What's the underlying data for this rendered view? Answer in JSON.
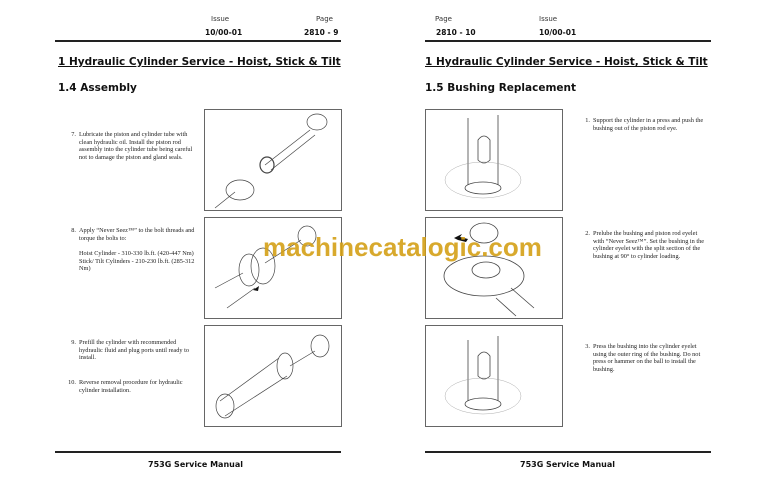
{
  "left_page": {
    "header": {
      "issue_label": "Issue",
      "issue_value": "10/00-01",
      "page_label": "Page",
      "page_value": "2810 - 9"
    },
    "title": "1  Hydraulic Cylinder Service - Hoist, Stick & Tilt",
    "section": "1.4  Assembly",
    "steps": [
      {
        "num": "7.",
        "text": "Lubricate the piston and cylinder tube with clean hydraulic oil.  Install the piston rod assembly into the cylinder tube being careful not to damage the piston and gland seals."
      },
      {
        "num": "8.",
        "text": "Apply “Never Seez™” to the bolt threads and torque the bolts to:",
        "extra": [
          "Hoist Cylinder - 310-330 lb.ft. (420-447 Nm)",
          "Stick/ Tilt Cylinders - 210-230 lb.ft. (285-312 Nm)"
        ]
      },
      {
        "num": "9.",
        "text": "Prefill the cylinder with recommended hydraulic fluid and plug ports until ready to install."
      },
      {
        "num": "10.",
        "text": "Reverse removal procedure for hydraulic cylinder installation."
      }
    ],
    "footer": "753G Service Manual"
  },
  "right_page": {
    "header": {
      "page_label": "Page",
      "page_value": "2810 - 10",
      "issue_label": "Issue",
      "issue_value": "10/00-01"
    },
    "title": "1  Hydraulic Cylinder Service - Hoist, Stick & Tilt",
    "section": "1.5  Bushing Replacement",
    "steps": [
      {
        "num": "1.",
        "text": "Support the cylinder in a press and push the bushing out of the piston rod eye."
      },
      {
        "num": "2.",
        "text": "Prelube the bushing and piston rod eyelet with “Never Seez™”.  Set the bushing in the cylinder eyelet with the split section of the bushing at 90° to cylinder loading."
      },
      {
        "num": "3.",
        "text": "Press the bushing into the cylinder eyelet using the outer ring of the bushing.  Do not press or hammer on the ball to install the bushing."
      }
    ],
    "footer": "753G Service Manual"
  },
  "watermark": "machinecatalogic.com",
  "colors": {
    "watermark": "#d4a017"
  }
}
